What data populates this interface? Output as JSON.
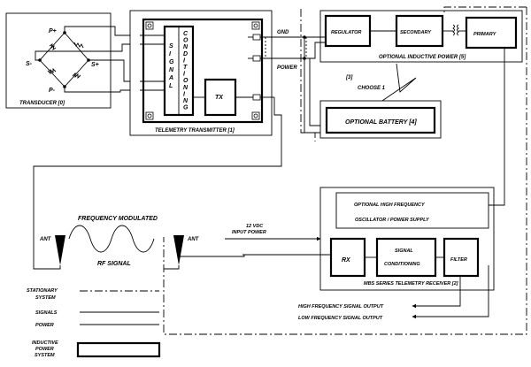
{
  "transducer": {
    "title": "TRANSDUCER [0]",
    "p_plus": "P+",
    "p_minus": "P-",
    "s_minus": "S-",
    "s_plus": "S+"
  },
  "transmitter": {
    "title": "TELEMETRY TRANSMITTER [1]",
    "signal_label": "SIGNAL",
    "conditioning_label": "CONDITIONING",
    "tx_label": "TX",
    "gnd_label": "GND",
    "power_label": "POWER"
  },
  "inductive": {
    "regulator_label": "REGULATOR",
    "secondary_label": "SECONDARY",
    "primary_label": "PRIMARY",
    "title": "OPTIONAL INDUCTIVE POWER [5]",
    "choice_number": "[3]",
    "choose_label": "CHOOSE 1"
  },
  "battery": {
    "title": "OPTIONAL BATTERY [4]"
  },
  "rf": {
    "frequency_label": "FREQUENCY MODULATED",
    "signal_label": "RF SIGNAL",
    "ant_left": "ANT",
    "ant_right": "ANT"
  },
  "receiver": {
    "input_power_line1": "12 VDC",
    "input_power_line2": "INPUT POWER",
    "oscillator_line1": "OPTIONAL HIGH FREQUENCY",
    "oscillator_line2": "OSCILLATOR / POWER SUPPLY",
    "rx_label": "RX",
    "conditioning_line1": "SIGNAL",
    "conditioning_line2": "CONDITIONING",
    "filter_label": "FILTER",
    "title": "MBS SERIES TELEMETRY RECEIVER [2]",
    "high_output": "HIGH FREQUENCY SIGNAL OUTPUT",
    "low_output": "LOW FREQUENCY SIGNAL OUTPUT"
  },
  "legend": {
    "stationary_line1": "STATIONARY",
    "stationary_line2": "SYSTEM",
    "signals": "SIGNALS",
    "power": "POWER",
    "inductive_line1": "INDUCTIVE",
    "inductive_line2": "POWER",
    "inductive_line3": "SYSTEM"
  }
}
